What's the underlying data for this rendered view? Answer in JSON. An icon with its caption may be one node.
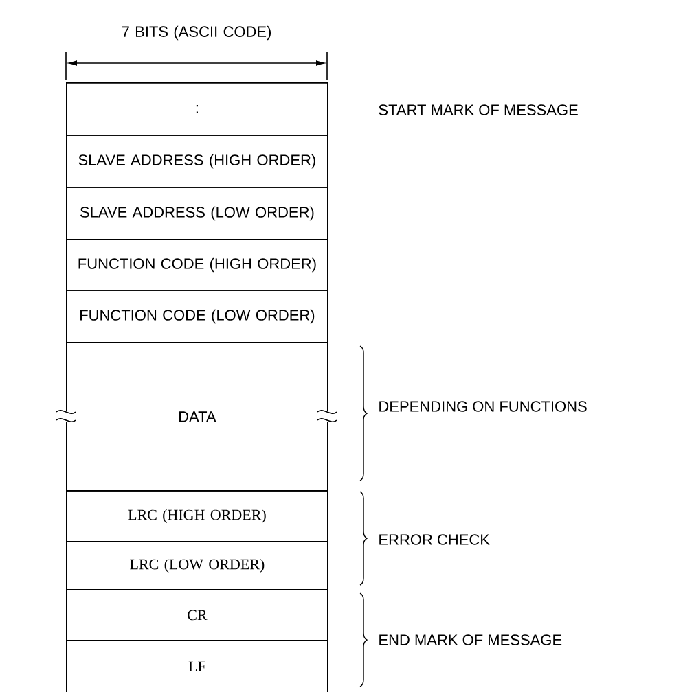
{
  "diagram": {
    "nodes": [
      {
        "text": [
          ":"
        ]
      },
      {
        "text": [
          "SLAVE ADDRESS (HIGH ORDER)"
        ]
      },
      {
        "text": [
          "SLAVE ADDRESS (LOW ORDER)"
        ]
      },
      {
        "text": [
          "FUNCTION CODE (HIGH ORDER)"
        ]
      },
      {
        "text": [
          "FUNCTION CODE (LOW ORDER)"
        ]
      },
      {
        "text": [
          "DATA"
        ]
      },
      {
        "text": [
          "LRC (HIGH ORDER)"
        ]
      },
      {
        "text": [
          "LRC (LOW ORDER)"
        ]
      },
      {
        "text": [
          "CR"
        ]
      },
      {
        "text": [
          "LF"
        ]
      }
    ],
    "labels": [
      "7 BITS (ASCII CODE)",
      "START MARK OF MESSAGE",
      "DEPENDING ON FUNCTIONS",
      "ERROR CHECK",
      "END MARK OF MESSAGE"
    ]
  }
}
